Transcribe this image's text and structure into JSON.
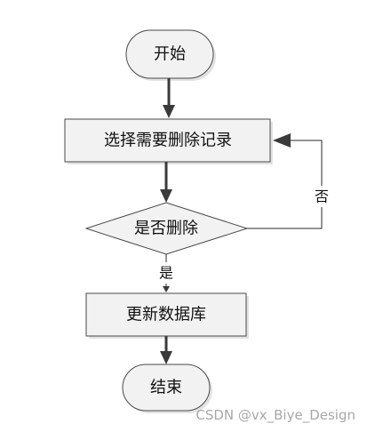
{
  "nodes": {
    "start": "开始",
    "select": "选择需要删除记录",
    "decision": "是否删除",
    "update": "更新数据库",
    "end": "结束"
  },
  "edges": {
    "yes_label": "是",
    "no_label": "否"
  },
  "watermark": "CSDN @vx_Biye_Design"
}
